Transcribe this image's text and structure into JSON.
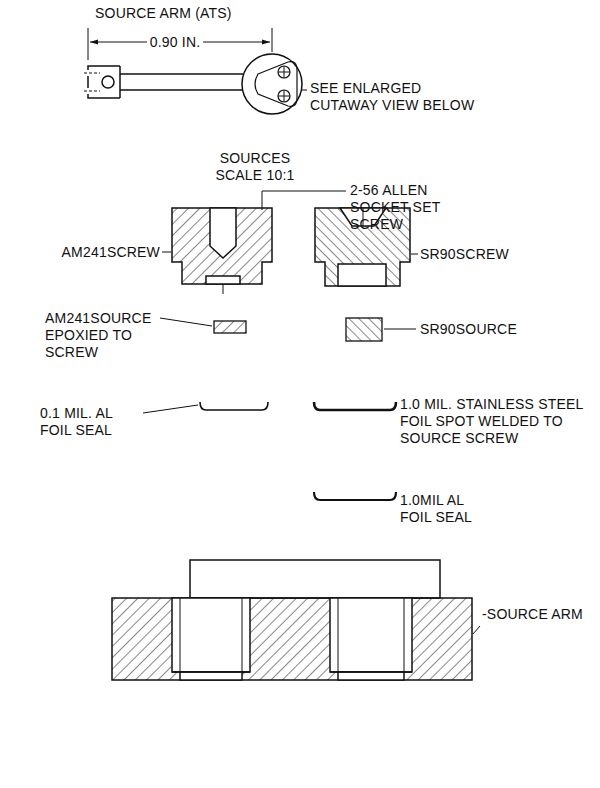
{
  "diagram": {
    "title": "SOURCE ARM (ATS)",
    "labels": [
      "0.90 IN.",
      "SEE ENLARGED CUTAWAY VIEW BELOW",
      "SOURCES SCALE 10:1",
      "2-56 ALLEN SOCKET SET SCREW",
      "AM241SCREW",
      "SR90SCREW",
      "AM241SOURCE EPOXIED TO SCREW",
      "SR90SOURCE",
      "0.1 MIL. AL FOIL SEAL",
      "1.0 MIL. STAINLESS STEEL FOIL SPOT WELDED TO SOURCE SCREW",
      "1.0MIL AL FOIL SEAL",
      "-SOURCE ARM"
    ]
  }
}
